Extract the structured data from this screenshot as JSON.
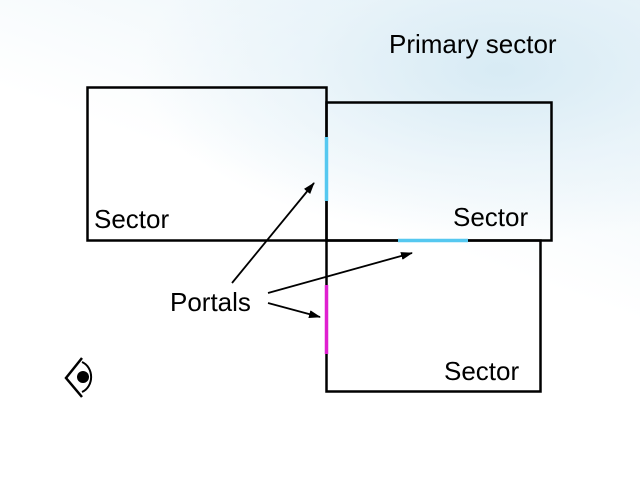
{
  "title": "Primary sector",
  "sector_labels": {
    "left": "Sector",
    "right": "Sector",
    "bottom": "Sector"
  },
  "portals_label": "Portals",
  "colors": {
    "outline": "#000000",
    "portal_active": "#55c8f0",
    "portal_other": "#e020d0",
    "background_tint": "#dcedf6"
  },
  "icons": [
    "eye-icon"
  ]
}
